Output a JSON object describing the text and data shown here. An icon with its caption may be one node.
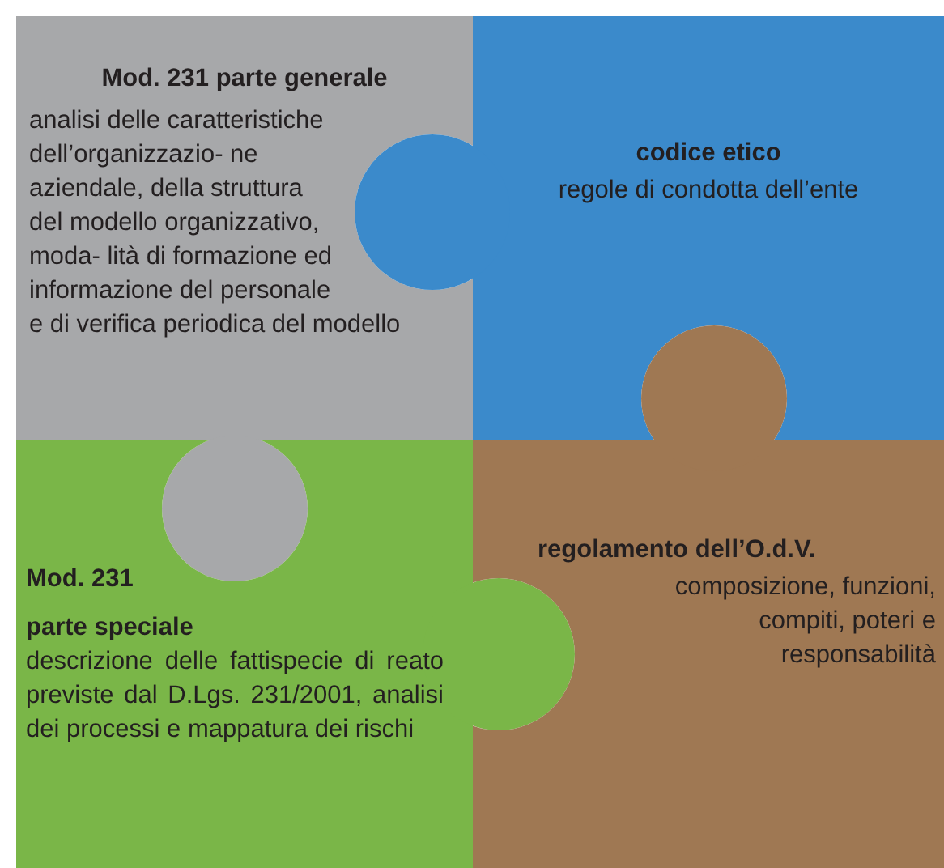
{
  "diagram": {
    "nodes": [
      {
        "text": [
          "Mod. 231 parte generale",
          "analisi delle caratteristiche dell’organizzazio- ne aziendale, della struttura del modello organizzativo, moda- lità di formazione ed informazione del personale e di verifica periodica del modello"
        ]
      },
      {
        "text": [
          "codice etico",
          "regole di condotta dell’ente"
        ]
      },
      {
        "text": [
          "Mod. 231",
          "parte speciale",
          "descrizione delle fattispecie di reato previste dal D.Lgs. 231/2001, analisi dei processi e mappatura dei rischi"
        ]
      },
      {
        "text": [
          "regolamento dell’O.d.V.",
          "composizione, funzioni, compiti, poteri e responsabilità"
        ]
      }
    ]
  }
}
